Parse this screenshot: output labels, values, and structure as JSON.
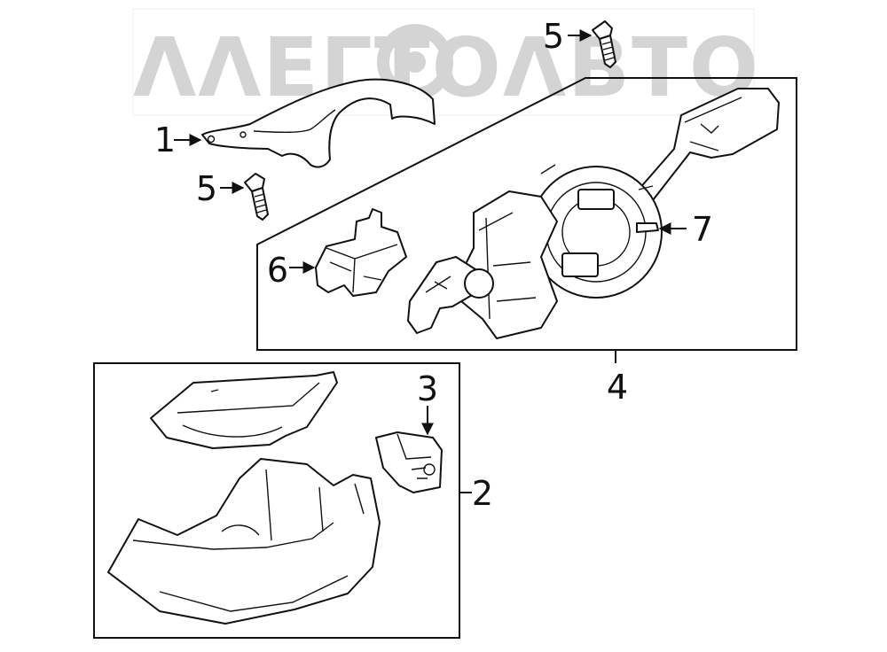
{
  "watermark": {
    "text": "ΛΛΕΓΤΟΛΒΤΟ",
    "color": "#d4d4d4"
  },
  "callouts": {
    "c1": "1",
    "c2": "2",
    "c3": "3",
    "c4": "4",
    "c5a": "5",
    "c5b": "5",
    "c6": "6",
    "c7": "7"
  },
  "colors": {
    "line": "#111111",
    "background": "#ffffff"
  }
}
